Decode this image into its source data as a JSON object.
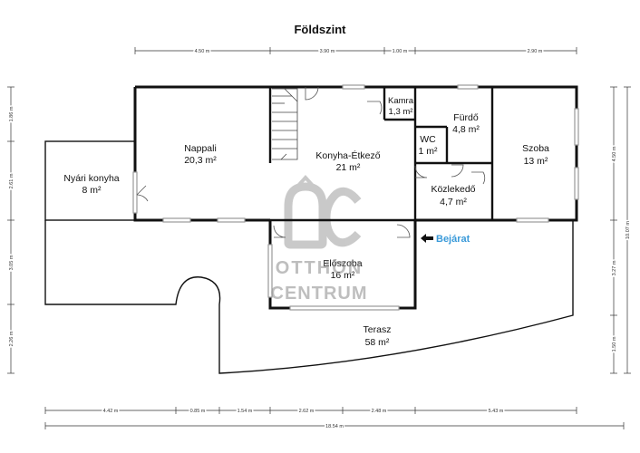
{
  "title": "Földszint",
  "rooms": {
    "nyari_konyha": {
      "name": "Nyári konyha",
      "area": "8 m²"
    },
    "nappali": {
      "name": "Nappali",
      "area": "20,3 m²"
    },
    "kamra": {
      "name": "Kamra",
      "area": "1,3 m²"
    },
    "konyha": {
      "name": "Konyha-Étkező",
      "area": "21 m²"
    },
    "furdo": {
      "name": "Fürdő",
      "area": "4,8 m²"
    },
    "wc": {
      "name": "WC",
      "area": "1 m²"
    },
    "szoba": {
      "name": "Szoba",
      "area": "13 m²"
    },
    "kozlekedo": {
      "name": "Közlekedő",
      "area": "4,7 m²"
    },
    "eloszoba": {
      "name": "Előszoba",
      "area": "16 m²"
    },
    "terasz": {
      "name": "Terasz",
      "area": "58 m²"
    }
  },
  "entrance": {
    "label": "Bejárat",
    "color": "#3a9ad9"
  },
  "watermark": {
    "line1": "OTTHON",
    "line2": "CENTRUM"
  },
  "dimensions": {
    "top": [
      "4.50 m",
      "3.90 m",
      "1.00 m",
      "2.90 m"
    ],
    "bottom": [
      "4.42 m",
      "0.85 m",
      "1.54 m",
      "2.62 m",
      "2.48 m",
      "5.43 m"
    ],
    "bottom_total": "18.54 m",
    "left": [
      "1.86 m",
      "2.61 m",
      "3.05 m",
      "2.26 m"
    ],
    "right": [
      "4.50 m",
      "3.27 m",
      "1.50 m"
    ],
    "right_total": "10.07 m"
  }
}
